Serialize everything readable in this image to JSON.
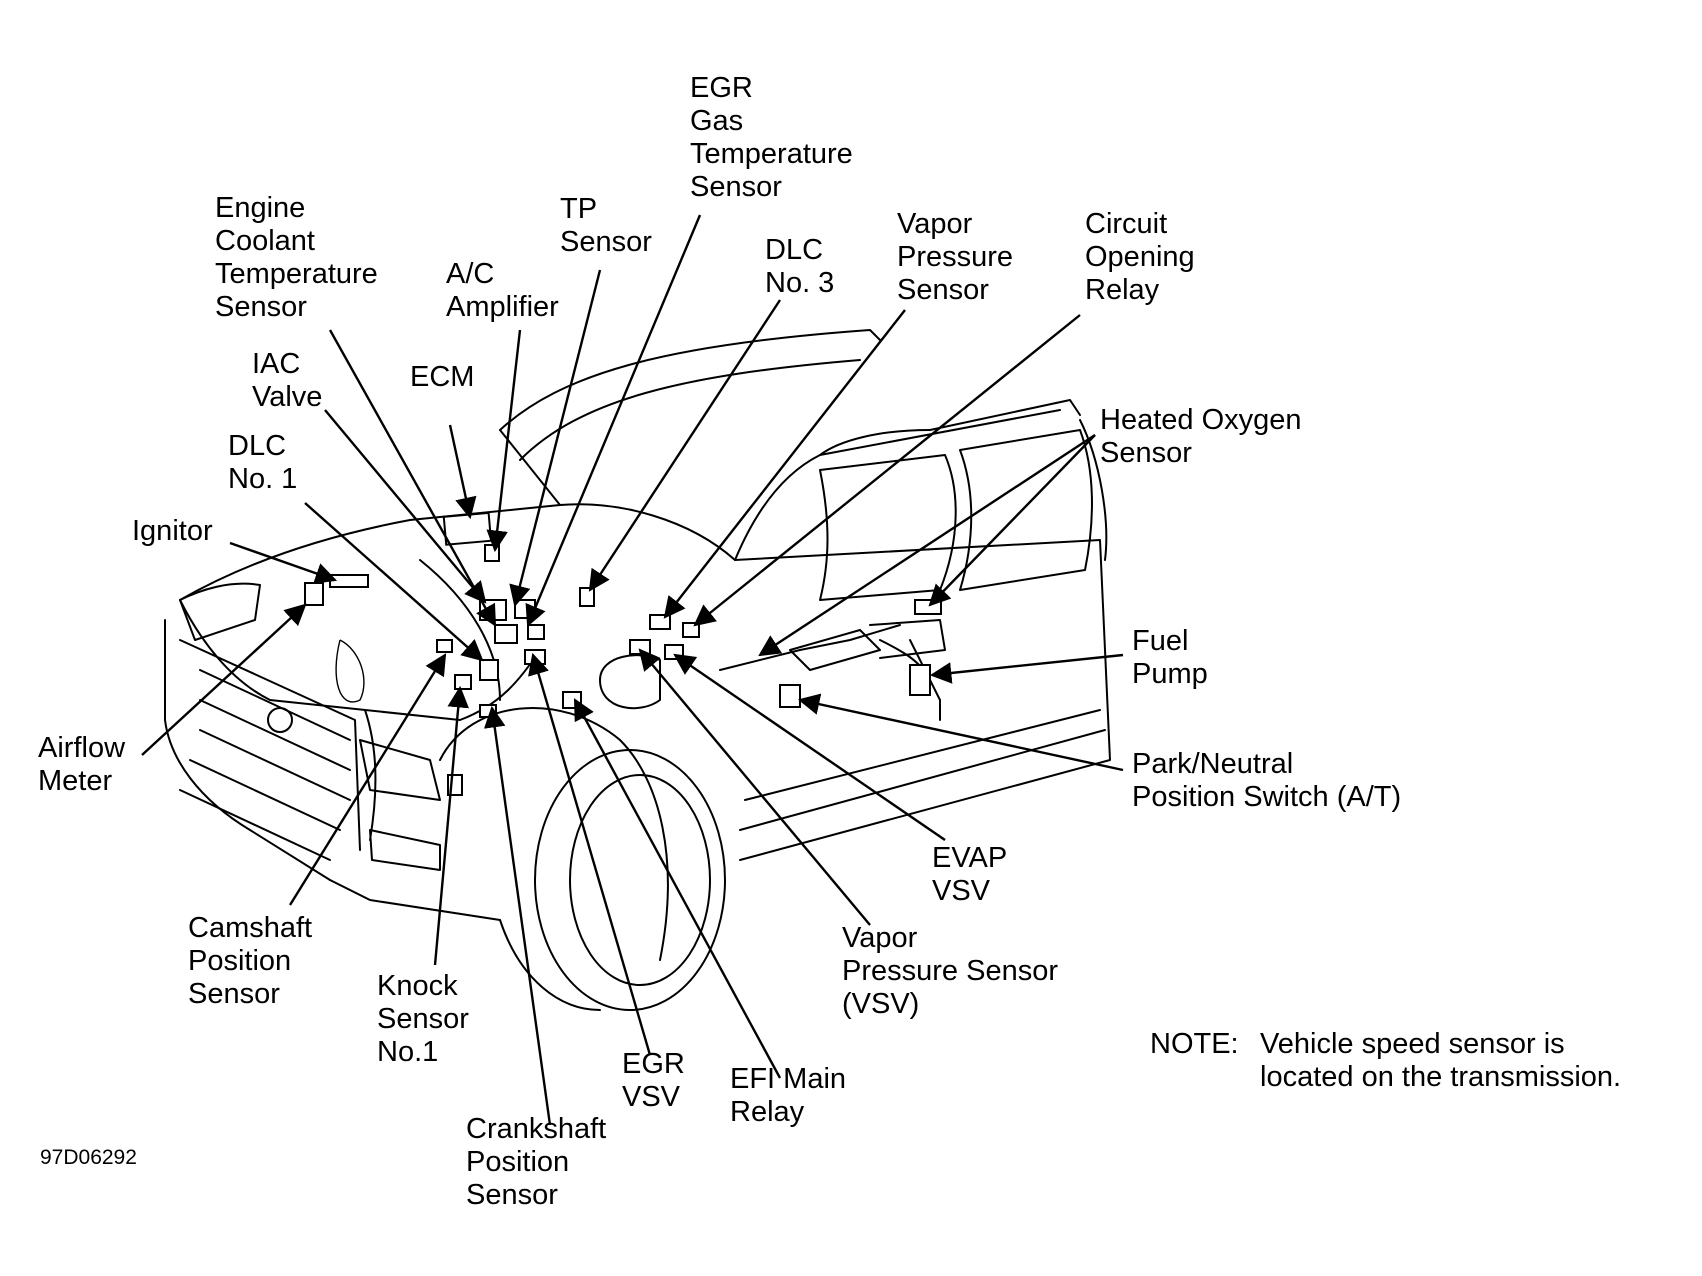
{
  "labels": {
    "egr_gas_temp": "EGR\nGas\nTemperature\nSensor",
    "engine_coolant_temp": "Engine\nCoolant\nTemperature\nSensor",
    "tp_sensor": "TP\nSensor",
    "ac_amplifier": "A/C\nAmplifier",
    "dlc3": "DLC\nNo. 3",
    "vapor_pressure_sensor": "Vapor\nPressure\nSensor",
    "circuit_opening_relay": "Circuit\nOpening\nRelay",
    "iac_valve": "IAC\nValve",
    "ecm": "ECM",
    "heated_oxygen_sensor": "Heated Oxygen\nSensor",
    "dlc1": "DLC\nNo. 1",
    "ignitor": "Ignitor",
    "fuel_pump": "Fuel\nPump",
    "airflow_meter": "Airflow\nMeter",
    "park_neutral_switch": "Park/Neutral\nPosition Switch (A/T)",
    "evap_vsv": "EVAP\nVSV",
    "camshaft_position_sensor": "Camshaft\nPosition\nSensor",
    "vapor_pressure_sensor_vsv": "Vapor\nPressure Sensor\n(VSV)",
    "knock_sensor_1": "Knock\nSensor\nNo.1",
    "egr_vsv": "EGR\nVSV",
    "efi_main_relay": "EFI Main\nRelay",
    "crankshaft_position_sensor": "Crankshaft\nPosition\nSensor"
  },
  "note": {
    "prefix": "NOTE:",
    "line1": "Vehicle speed sensor is",
    "line2": "located on the transmission."
  },
  "figure_code": "97D06292"
}
